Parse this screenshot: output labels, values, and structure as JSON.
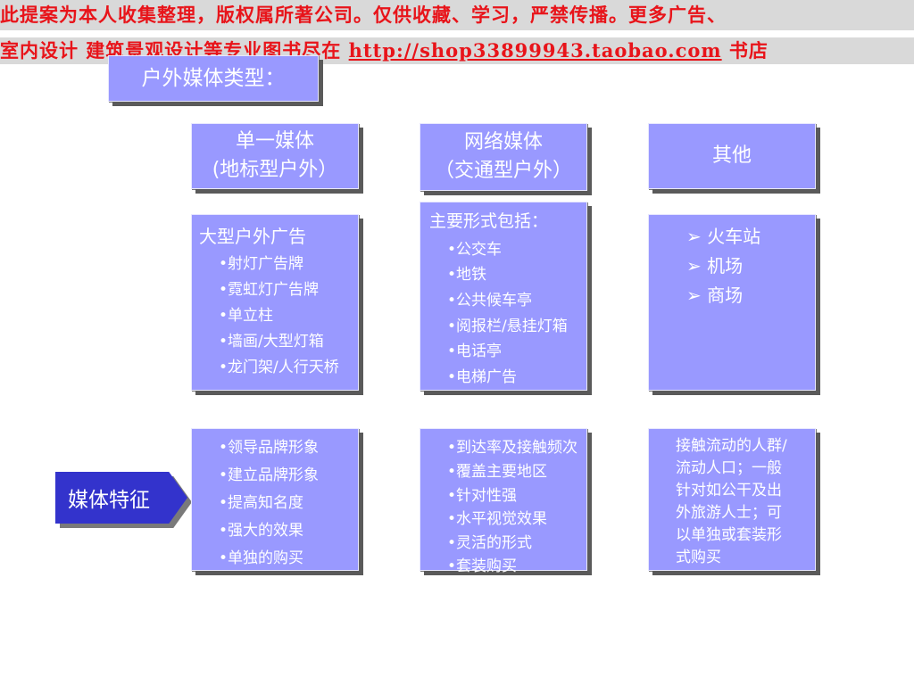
{
  "banner": {
    "line1": "此提案为本人收集整理，版权属所著公司。仅供收藏、学习，严禁传播。更多广告、",
    "line2_prefix": "室内设计  建筑景观设计等专业图书尽在 ",
    "line2_url": "http://shop33899943.taobao.com",
    "line2_suffix": " 书店"
  },
  "title": "户外媒体类型：",
  "headers": {
    "single_line1": "单一媒体",
    "single_line2": "(地标型户外）",
    "network_line1": "网络媒体",
    "network_line2": "（交通型户外）",
    "other": "其他"
  },
  "single_box": {
    "heading": "大型户外广告",
    "items": [
      "•射灯广告牌",
      "•霓虹灯广告牌",
      "•单立柱",
      "•墙画/大型灯箱",
      "•龙门架/人行天桥"
    ]
  },
  "network_box": {
    "heading": "主要形式包括：",
    "items": [
      "•公交车",
      "•地铁",
      "•公共候车亭",
      "•阅报栏/悬挂灯箱",
      "•电话亭",
      "•电梯广告"
    ]
  },
  "other_box": {
    "items": [
      "➢ 火车站",
      "➢ 机场",
      "➢ 商场"
    ]
  },
  "feature_label": "媒体特征",
  "features": {
    "single": [
      "•领导品牌形象",
      "•建立品牌形象",
      "•提高知名度",
      "•强大的效果",
      "•单独的购买"
    ],
    "network": [
      "•到达率及接触频次",
      "•覆盖主要地区",
      "•针对性强",
      "•水平视觉效果",
      "•灵活的形式",
      "•套装购买"
    ],
    "other": [
      "接触流动的人群/",
      "流动人口；一般",
      "针对如公干及出",
      "外旅游人士；可",
      "以单独或套装形",
      "式购买"
    ]
  },
  "colors": {
    "box": "#9999ff",
    "tag": "#3333cc",
    "banner_text": "#e8141a",
    "banner_bg": "#d9d9d9"
  }
}
